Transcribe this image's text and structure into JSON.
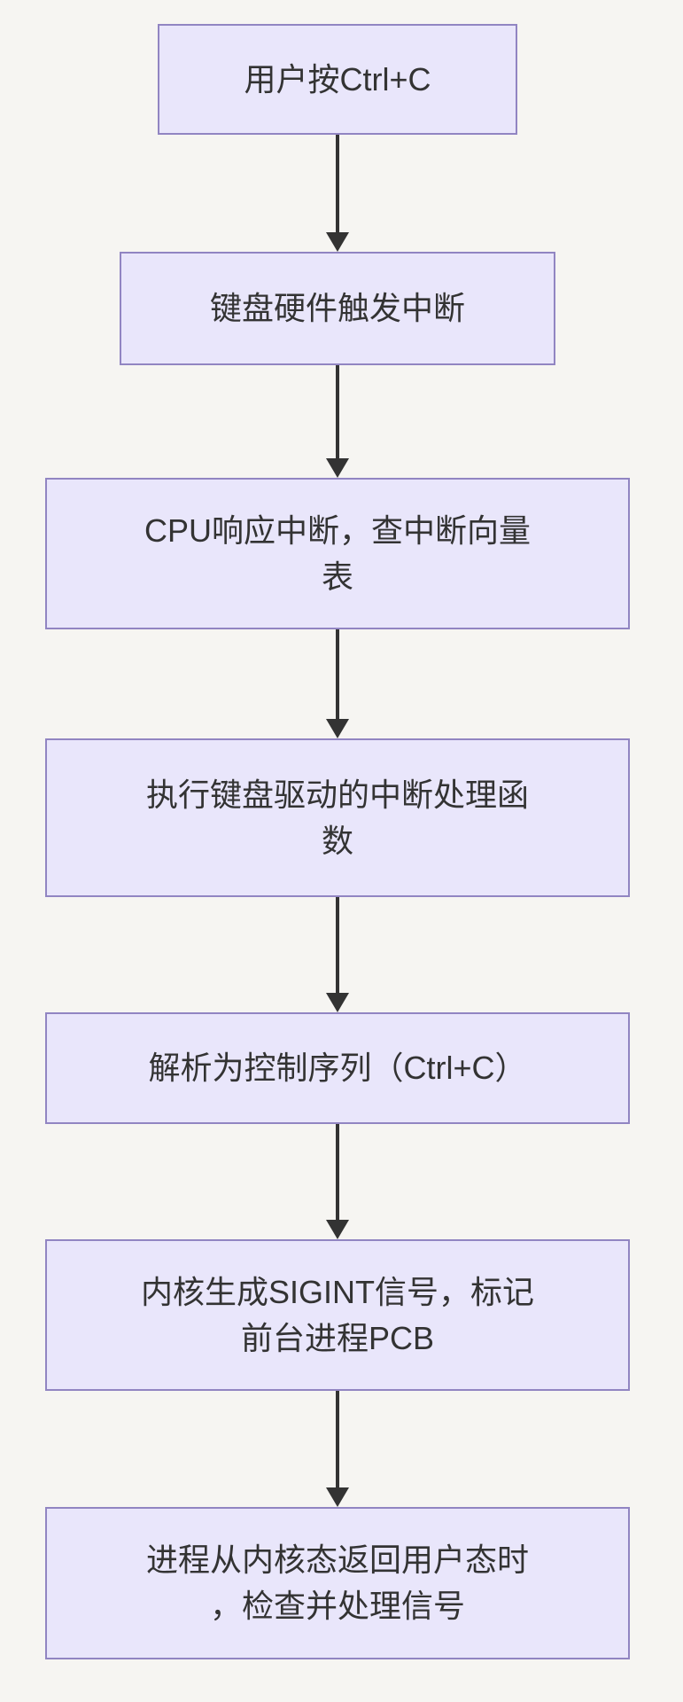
{
  "diagram": {
    "type": "flowchart",
    "direction": "top-down",
    "colors": {
      "background": "#f6f5f2",
      "node_fill": "#e9e6fb",
      "node_border": "#9185c2",
      "text": "#333333",
      "arrow": "#333333"
    },
    "nodes": [
      {
        "id": "A",
        "label": "用户按Ctrl+C",
        "lines": [
          "用户按Ctrl+C"
        ]
      },
      {
        "id": "B",
        "label": "键盘硬件触发中断",
        "lines": [
          "键盘硬件触发中断"
        ]
      },
      {
        "id": "C",
        "label": "CPU响应中断，查中断向量表",
        "lines": [
          "CPU响应中断，查中断向量",
          "表"
        ]
      },
      {
        "id": "D",
        "label": "执行键盘驱动的中断处理函数",
        "lines": [
          "执行键盘驱动的中断处理函",
          "数"
        ]
      },
      {
        "id": "E",
        "label": "解析为控制序列（Ctrl+C）",
        "lines": [
          "解析为控制序列（Ctrl+C）"
        ]
      },
      {
        "id": "F",
        "label": "内核生成SIGINT信号，标记前台进程PCB",
        "lines": [
          "内核生成SIGINT信号，标记",
          "前台进程PCB"
        ]
      },
      {
        "id": "G",
        "label": "进程从内核态返回用户态时，检查并处理信号",
        "lines": [
          "进程从内核态返回用户态时",
          "，检查并处理信号"
        ]
      }
    ],
    "edges": [
      {
        "from": "A",
        "to": "B"
      },
      {
        "from": "B",
        "to": "C"
      },
      {
        "from": "C",
        "to": "D"
      },
      {
        "from": "D",
        "to": "E"
      },
      {
        "from": "E",
        "to": "F"
      },
      {
        "from": "F",
        "to": "G"
      }
    ]
  }
}
